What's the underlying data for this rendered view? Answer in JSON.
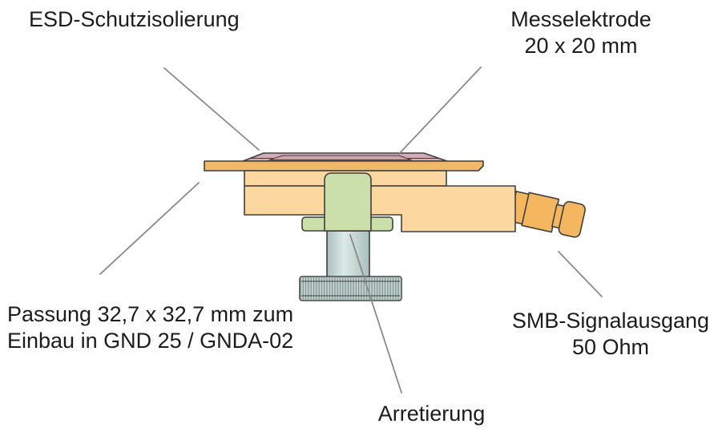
{
  "labels": {
    "esd": "ESD-Schutzisolierung",
    "electrode1": "Messelektrode",
    "electrode2": "20 x 20 mm",
    "fit1": "Passung 32,7 x 32,7 mm zum",
    "fit2": "Einbau in GND 25 / GNDA-02",
    "smb1": "SMB-Signalausgang",
    "smb2": "50 Ohm",
    "lock": "Arretierung"
  },
  "colors": {
    "background": "#ffffff",
    "text": "#1c1c1c",
    "outline": "#3f3f3f",
    "leader_line": "#8a8a8a",
    "flange_plate": "#f0b969",
    "housing_body": "#fcd7a0",
    "esd_plate_pink": "#d3adb5",
    "electrode_inner_pink": "#cba3ad",
    "clamp_green": "#cbdfab",
    "shaft_gray": "#aabfbd",
    "shaft_highlight": "#dceae6",
    "knob_gray": "#c6d4d1",
    "knurl_line": "#7a918e",
    "smb_connector_orange": "#f5b660"
  }
}
